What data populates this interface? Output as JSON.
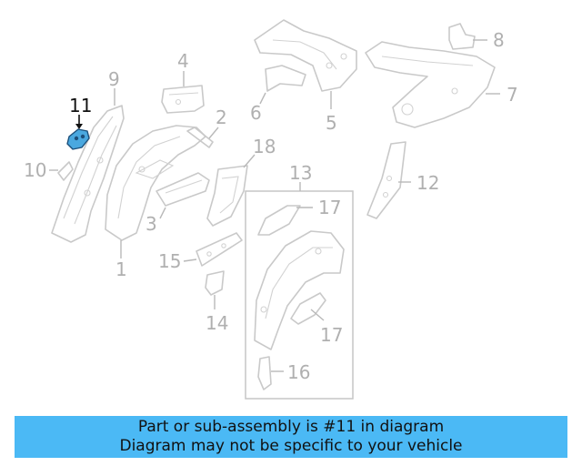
{
  "callouts": {
    "c1": "1",
    "c2": "2",
    "c3": "3",
    "c4": "4",
    "c5": "5",
    "c6": "6",
    "c7": "7",
    "c8": "8",
    "c9": "9",
    "c10": "10",
    "c11": "11",
    "c12": "12",
    "c13": "13",
    "c14": "14",
    "c15": "15",
    "c16": "16",
    "c17a": "17",
    "c17b": "17",
    "c18": "18"
  },
  "highlighted_part": "11",
  "colors": {
    "highlight_fill": "#4aa8df",
    "banner_background": "#4bb9f5",
    "line_art": "#c9c9c9"
  },
  "banner": {
    "line1": "Part or sub-assembly is #11 in diagram",
    "line2": "Diagram may not be specific to your vehicle"
  }
}
